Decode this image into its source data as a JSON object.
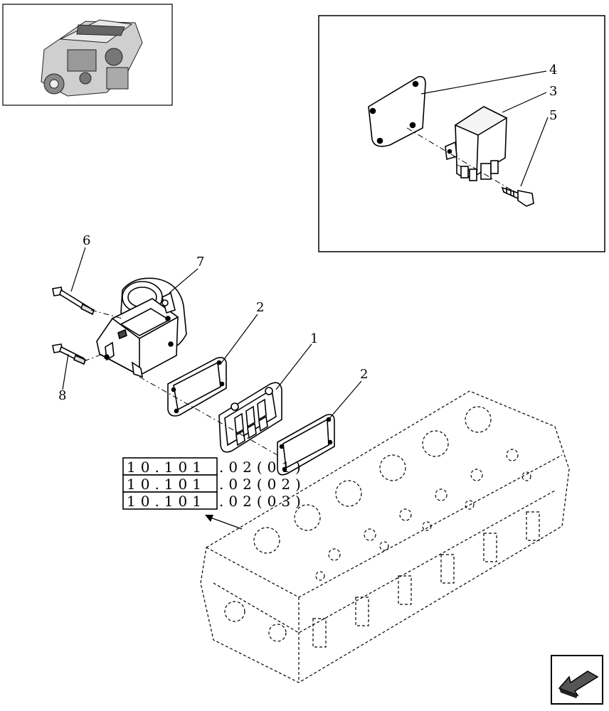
{
  "callouts": {
    "c1": "1",
    "c2a": "2",
    "c2b": "2",
    "c3": "3",
    "c4": "4",
    "c5": "5",
    "c6": "6",
    "c7": "7",
    "c8": "8"
  },
  "references": [
    {
      "left": "10.101",
      "right": ".02(01)"
    },
    {
      "left": "10.101",
      "right": ".02(02)"
    },
    {
      "left": "10.101",
      "right": ".02(03)"
    }
  ],
  "icons": {
    "thumbnail": "engine-thumbnail-icon",
    "nav": "return-arrow-icon"
  }
}
